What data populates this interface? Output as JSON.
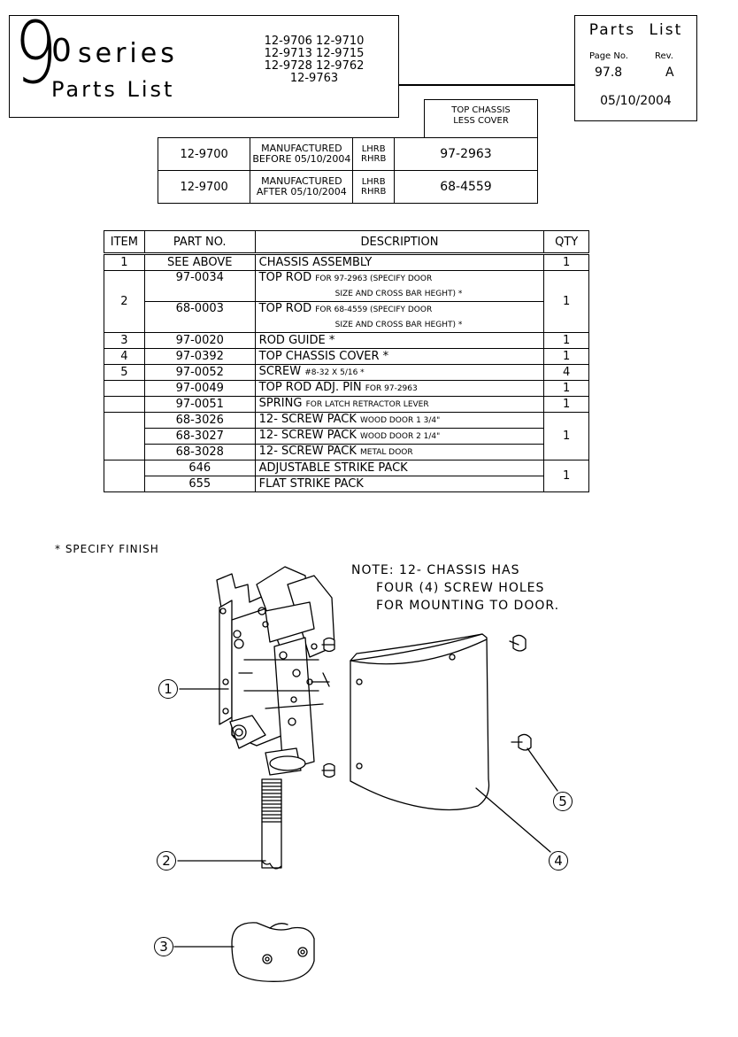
{
  "header": {
    "series_number": "9",
    "series_number_2": "0",
    "series_word": "series",
    "series_subtitle": "Parts List",
    "models_line1": "12-9706 12-9710",
    "models_line2": "12-9713 12-9715",
    "models_line3": "12-9728 12-9762",
    "models_line4": "12-9763"
  },
  "info_box": {
    "title": "Parts List",
    "page_label": "Page No.",
    "rev_label": "Rev.",
    "page_value": "97.8",
    "rev_value": "A",
    "date": "05/10/2004"
  },
  "model_table": {
    "header_line1": "TOP CHASSIS",
    "header_line2": "LESS COVER",
    "rows": [
      {
        "model": "12-9700",
        "mfg_line1": "MANUFACTURED",
        "mfg_line2": "BEFORE 05/10/2004",
        "hand1": "LHRB",
        "hand2": "RHRB",
        "part": "97-2963"
      },
      {
        "model": "12-9700",
        "mfg_line1": "MANUFACTURED",
        "mfg_line2": "AFTER 05/10/2004",
        "hand1": "LHRB",
        "hand2": "RHRB",
        "part": "68-4559"
      }
    ]
  },
  "parts_table": {
    "headers": {
      "item": "ITEM",
      "part_no": "PART NO.",
      "description": "DESCRIPTION",
      "qty": "QTY"
    },
    "rows": {
      "r1": {
        "item": "1",
        "part": "SEE ABOVE",
        "desc": "CHASSIS ASSEMBLY",
        "qty": "1"
      },
      "r2a": {
        "item": "2",
        "part": "97-0034",
        "desc_main": "TOP ROD",
        "desc_small1": "FOR 97-2963 (SPECIFY DOOR",
        "desc_small2": "SIZE AND CROSS BAR HEGHT) *",
        "qty": "1"
      },
      "r2b": {
        "part": "68-0003",
        "desc_main": "TOP ROD",
        "desc_small1": "FOR 68-4559 (SPECIFY DOOR",
        "desc_small2": "SIZE AND CROSS BAR HEGHT) *"
      },
      "r3": {
        "item": "3",
        "part": "97-0020",
        "desc": "ROD GUIDE *",
        "qty": "1"
      },
      "r4": {
        "item": "4",
        "part": "97-0392",
        "desc": "TOP CHASSIS COVER *",
        "qty": "1"
      },
      "r5": {
        "item": "5",
        "part": "97-0052",
        "desc_main": "SCREW",
        "desc_small": "#8-32 X 5/16 *",
        "qty": "4"
      },
      "r6": {
        "item": "",
        "part": "97-0049",
        "desc_main": "TOP ROD ADJ. PIN",
        "desc_small": "FOR 97-2963",
        "qty": "1"
      },
      "r7": {
        "item": "",
        "part": "97-0051",
        "desc_main": "SPRING",
        "desc_small": "FOR LATCH RETRACTOR LEVER",
        "qty": "1"
      },
      "r8a": {
        "part": "68-3026",
        "desc_main": "12- SCREW PACK",
        "desc_small": "WOOD DOOR 1 3/4\"",
        "qty": "1"
      },
      "r8b": {
        "part": "68-3027",
        "desc_main": "12- SCREW PACK",
        "desc_small": "WOOD DOOR 2 1/4\""
      },
      "r8c": {
        "part": "68-3028",
        "desc_main": "12- SCREW PACK",
        "desc_small": "METAL DOOR"
      },
      "r9a": {
        "part": "646",
        "desc": "ADJUSTABLE STRIKE PACK",
        "qty": "1"
      },
      "r9b": {
        "part": "655",
        "desc": "FLAT STRIKE PACK"
      }
    }
  },
  "footnote": "* SPECIFY FINISH",
  "note": {
    "line1": "NOTE: 12- CHASSIS HAS",
    "line2": "FOUR (4) SCREW HOLES",
    "line3": "FOR MOUNTING TO DOOR."
  },
  "callouts": {
    "c1": "1",
    "c2": "2",
    "c3": "3",
    "c4": "4",
    "c5": "5"
  }
}
